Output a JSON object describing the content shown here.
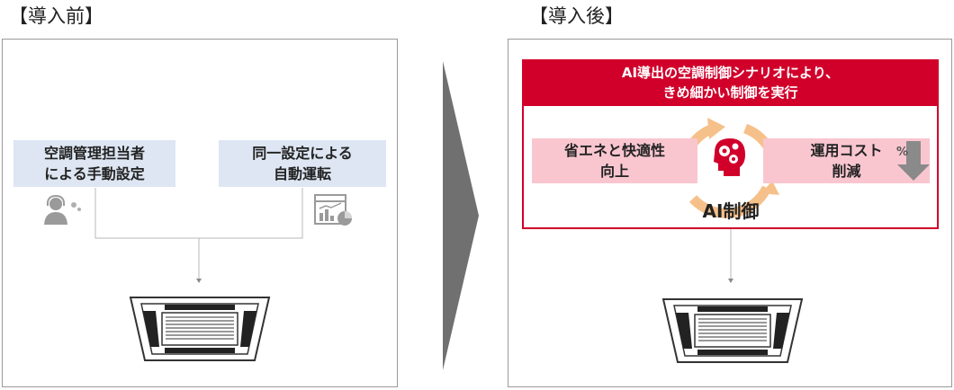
{
  "before": {
    "title": "【導入前】",
    "box_left": {
      "line1": "空調管理担当者",
      "line2": "による手動設定"
    },
    "box_right": {
      "line1": "同一設定による",
      "line2": "自動運転"
    },
    "icons": [
      "operator-headset-icon",
      "dashboard-chart-icon",
      "ceiling-ac-unit-icon"
    ]
  },
  "after": {
    "title": "【導入後】",
    "header": {
      "line1": "AI導出の空調制御シナリオにより、",
      "line2": "きめ細かい制御を実行"
    },
    "box_left": {
      "line1": "省エネと快適性",
      "line2": "向上"
    },
    "box_right": {
      "line1": "運用コスト",
      "line2": "削減"
    },
    "center_label": "AI制御",
    "percent_symbol": "%",
    "icons": [
      "ai-head-gears-icon",
      "cycle-arrows-icon",
      "percent-down-arrow-icon",
      "ceiling-ac-unit-icon"
    ]
  },
  "colors": {
    "accent_red": "#d1002b",
    "pink": "#f9c6d0",
    "light_blue": "#dde6f2",
    "orange": "#f6c08a",
    "arrow_gray": "#707070"
  }
}
